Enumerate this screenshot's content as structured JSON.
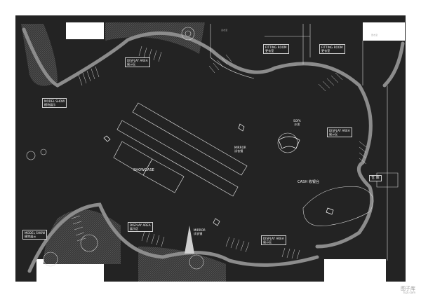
{
  "labels": {
    "display_area_top": "DISPLAY AREA",
    "display_area_top_cn": "展示区",
    "fitting_room_1": "FITTING ROOM",
    "fitting_room_1_cn": "更衣室",
    "fitting_room_2": "FITTING ROOM",
    "fitting_room_2_cn": "更衣室",
    "model_show_top": "MODEL SHOW",
    "model_show_top_cn": "模特展示",
    "sofa": "SOFA",
    "sofa_cn": "沙发",
    "display_area_right": "DISPLAY AREA",
    "display_area_right_cn": "展示区",
    "mirror_center": "MIRROR",
    "mirror_center_cn": "试衣镜",
    "showcase": "SHOWCASE",
    "cash": "CASH 收银台",
    "storage": "仓 库",
    "model_show_bottom": "MODEL SHOW",
    "model_show_bottom_cn": "模特展示",
    "display_area_bottom_left": "DISPLAY AREA",
    "display_area_bottom_left_cn": "展示区",
    "mirror_bottom": "MIRROR",
    "mirror_bottom_cn": "试衣镜",
    "display_area_bottom_right": "DISPLAY AREA",
    "display_area_bottom_right_cn": "展示区",
    "tiny_top_mid": "试衣室",
    "tiny_top_right": "更衣室"
  },
  "watermark": {
    "text": "图子库",
    "sub": "tuzi.com"
  },
  "colors": {
    "background": "#232323",
    "outer": "#ffffff",
    "wall": "#8c8c8c",
    "lines": "#d8d8d8"
  }
}
